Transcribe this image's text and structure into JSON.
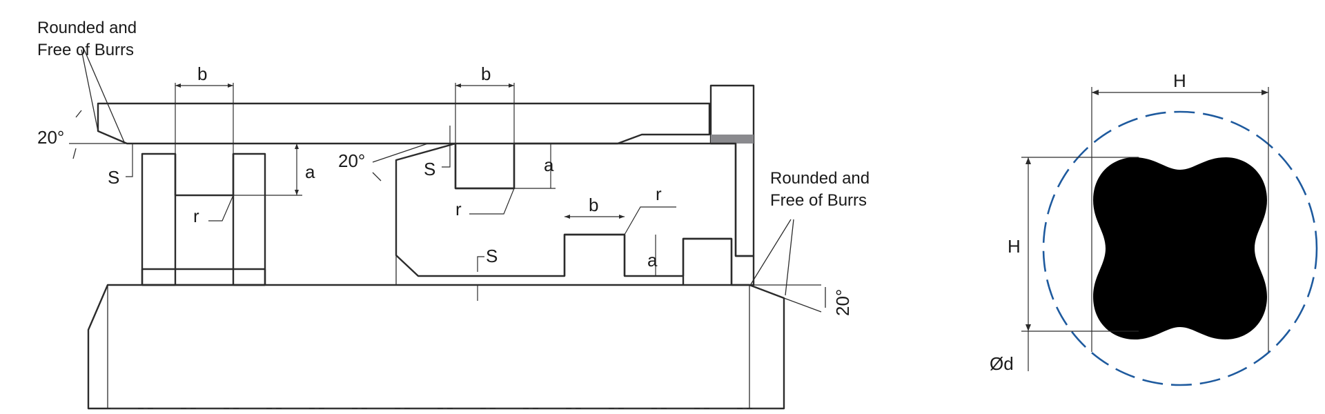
{
  "note_rounded_left": [
    "Rounded and",
    "Free of Burrs"
  ],
  "note_rounded_right": [
    "Rounded and",
    "Free of Burrs"
  ],
  "dim_b": "b",
  "dim_a": "a",
  "dim_s": "S",
  "dim_r": "r",
  "angle_20": "20°",
  "dim_h": "H",
  "dim_od": "Ød",
  "colors": {
    "steel_light": "#c4c4c8",
    "steel_mid": "#9d9da2",
    "steel_dark": "#7c7c80",
    "seal_fill": "#000000",
    "circle_dash": "#1e5a9e",
    "line": "#2b2b2b"
  }
}
